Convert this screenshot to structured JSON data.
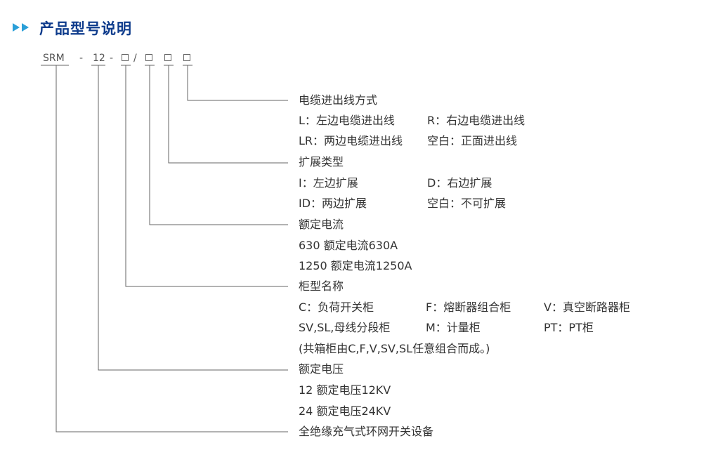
{
  "header": {
    "title": "产品型号说明",
    "accent_color": "#2a9fd8",
    "title_color": "#0f3c8c",
    "arrow_icon": "double-triangle-right-icon"
  },
  "code": {
    "prefix": "SRM",
    "dash1": "-",
    "voltage": "12",
    "dash2": "-",
    "slash": "/",
    "placeholder_box": "□"
  },
  "sections": {
    "cable": {
      "title": "电缆进出线方式",
      "row1_left": "L：左边电缆进出线",
      "row1_right": "R：右边电缆进出线",
      "row2_left": "LR：两边电缆进出线",
      "row2_right": "空白：正面进出线"
    },
    "expand": {
      "title": "扩展类型",
      "row1_left": "I：左边扩展",
      "row1_right": "D：右边扩展",
      "row2_left": "ID：两边扩展",
      "row2_right": "空白：不可扩展"
    },
    "current": {
      "title": "额定电流",
      "row1": "630 额定电流630A",
      "row2": "1250 额定电流1250A"
    },
    "cabinet": {
      "title": "柜型名称",
      "row1_a": "C：负荷开关柜",
      "row1_b": "F：熔断器组合柜",
      "row1_c": "V：真空断路器柜",
      "row2_a": "SV,SL,母线分段柜",
      "row2_b": "M：计量柜",
      "row2_c": "PT：PT柜",
      "note": "(共箱柜由C,F,V,SV,SL任意组合而成。)"
    },
    "voltage": {
      "title": "额定电压",
      "row1": "12 额定电压12KV",
      "row2": "24 额定电压24KV"
    },
    "product": {
      "title": "全绝缘充气式环网开关设备"
    }
  }
}
